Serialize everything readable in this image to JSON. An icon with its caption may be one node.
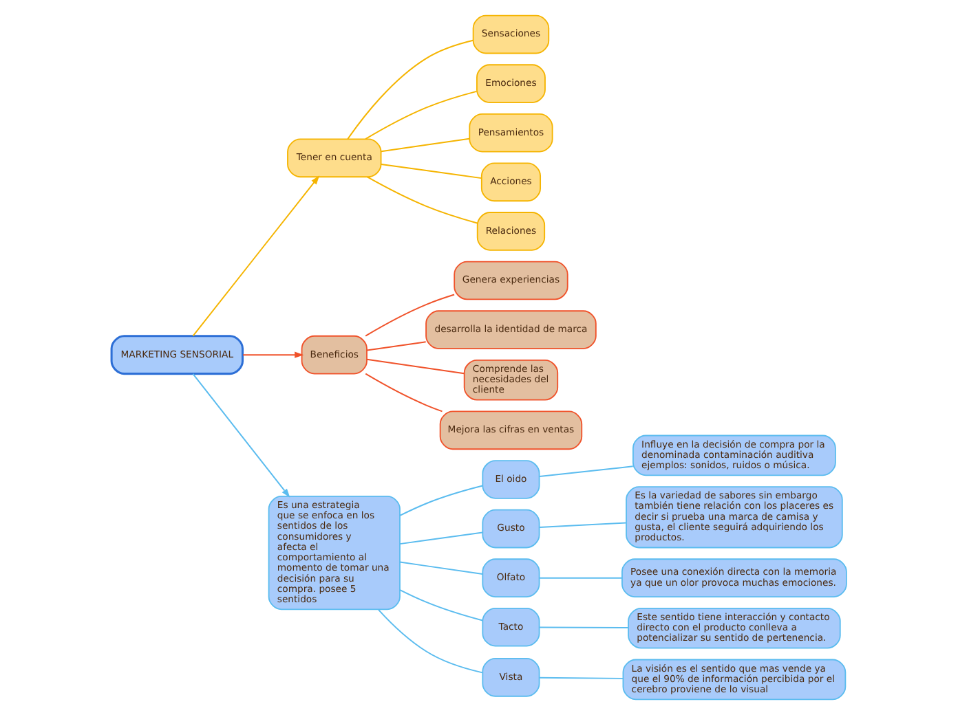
{
  "diagram": {
    "nodes": [
      {
        "text": [
          "Sensaciones"
        ]
      },
      {
        "text": [
          "Emociones"
        ]
      },
      {
        "text": [
          "Pensamientos"
        ]
      },
      {
        "text": [
          "Acciones"
        ]
      },
      {
        "text": [
          "Relaciones"
        ]
      },
      {
        "text": [
          "Tener en cuenta"
        ]
      },
      {
        "text": [
          "MARKETING SENSORIAL"
        ]
      },
      {
        "text": [
          "Beneficios"
        ]
      },
      {
        "text": [
          "Genera experiencias"
        ]
      },
      {
        "text": [
          "desarrolla la identidad de marca"
        ]
      },
      {
        "text": [
          "Comprende las necesidades del cliente"
        ]
      },
      {
        "text": [
          "Mejora las cifras en ventas"
        ]
      },
      {
        "text": [
          "Es una estrategia que se enfoca en los sentidos de los consumidores y afecta el comportamiento al momento de tomar una decisión para su compra. posee 5 sentidos"
        ]
      },
      {
        "text": [
          "El oido"
        ]
      },
      {
        "text": [
          "Influye en la decisión de compra por la denominada contaminación auditiva ejemplos: sonidos, ruidos o música."
        ]
      },
      {
        "text": [
          "Gusto"
        ]
      },
      {
        "text": [
          "Es la variedad de sabores sin embargo también tiene relación con los placeres es decir si prueba una marca de camisa y gusta, el cliente seguirá adquiriendo los productos."
        ]
      },
      {
        "text": [
          "Olfato"
        ]
      },
      {
        "text": [
          "Posee una conexión directa con la memoria ya que un olor provoca muchas emociones."
        ]
      },
      {
        "text": [
          "Tacto"
        ]
      },
      {
        "text": [
          "Este sentido tiene interacción y contacto directo con el producto conlleva a potencializar su sentido de pertenencia."
        ]
      },
      {
        "text": [
          "Vista"
        ]
      },
      {
        "text": [
          "La visión es el sentido que mas vende ya que el 90% de información percibida por el cerebro proviene de lo visual"
        ]
      }
    ],
    "edges": [
      {
        "from": 6,
        "to": 5,
        "arrow": "to",
        "color": "#f5b400"
      },
      {
        "from": 5,
        "to": 0,
        "arrow": "none",
        "color": "#f5b400"
      },
      {
        "from": 5,
        "to": 1,
        "arrow": "none",
        "color": "#f5b400"
      },
      {
        "from": 5,
        "to": 2,
        "arrow": "none",
        "color": "#f5b400"
      },
      {
        "from": 5,
        "to": 3,
        "arrow": "none",
        "color": "#f5b400"
      },
      {
        "from": 5,
        "to": 4,
        "arrow": "none",
        "color": "#f5b400"
      },
      {
        "from": 6,
        "to": 7,
        "arrow": "to",
        "color": "#f0522a"
      },
      {
        "from": 7,
        "to": 8,
        "arrow": "none",
        "color": "#f0522a"
      },
      {
        "from": 7,
        "to": 9,
        "arrow": "none",
        "color": "#f0522a"
      },
      {
        "from": 7,
        "to": 10,
        "arrow": "none",
        "color": "#f0522a"
      },
      {
        "from": 7,
        "to": 11,
        "arrow": "none",
        "color": "#f0522a"
      },
      {
        "from": 6,
        "to": 12,
        "arrow": "to"
      },
      {
        "from": 12,
        "to": 13,
        "arrow": "none"
      },
      {
        "from": 12,
        "to": 15,
        "arrow": "none"
      },
      {
        "from": 12,
        "to": 17,
        "arrow": "none"
      },
      {
        "from": 12,
        "to": 19,
        "arrow": "none"
      },
      {
        "from": 12,
        "to": 21,
        "arrow": "none"
      },
      {
        "from": 13,
        "to": 14,
        "arrow": "none"
      },
      {
        "from": 15,
        "to": 16,
        "arrow": "none"
      },
      {
        "from": 17,
        "to": 18,
        "arrow": "none"
      },
      {
        "from": 19,
        "to": 20,
        "arrow": "none"
      },
      {
        "from": 21,
        "to": 22,
        "arrow": "none"
      }
    ]
  }
}
